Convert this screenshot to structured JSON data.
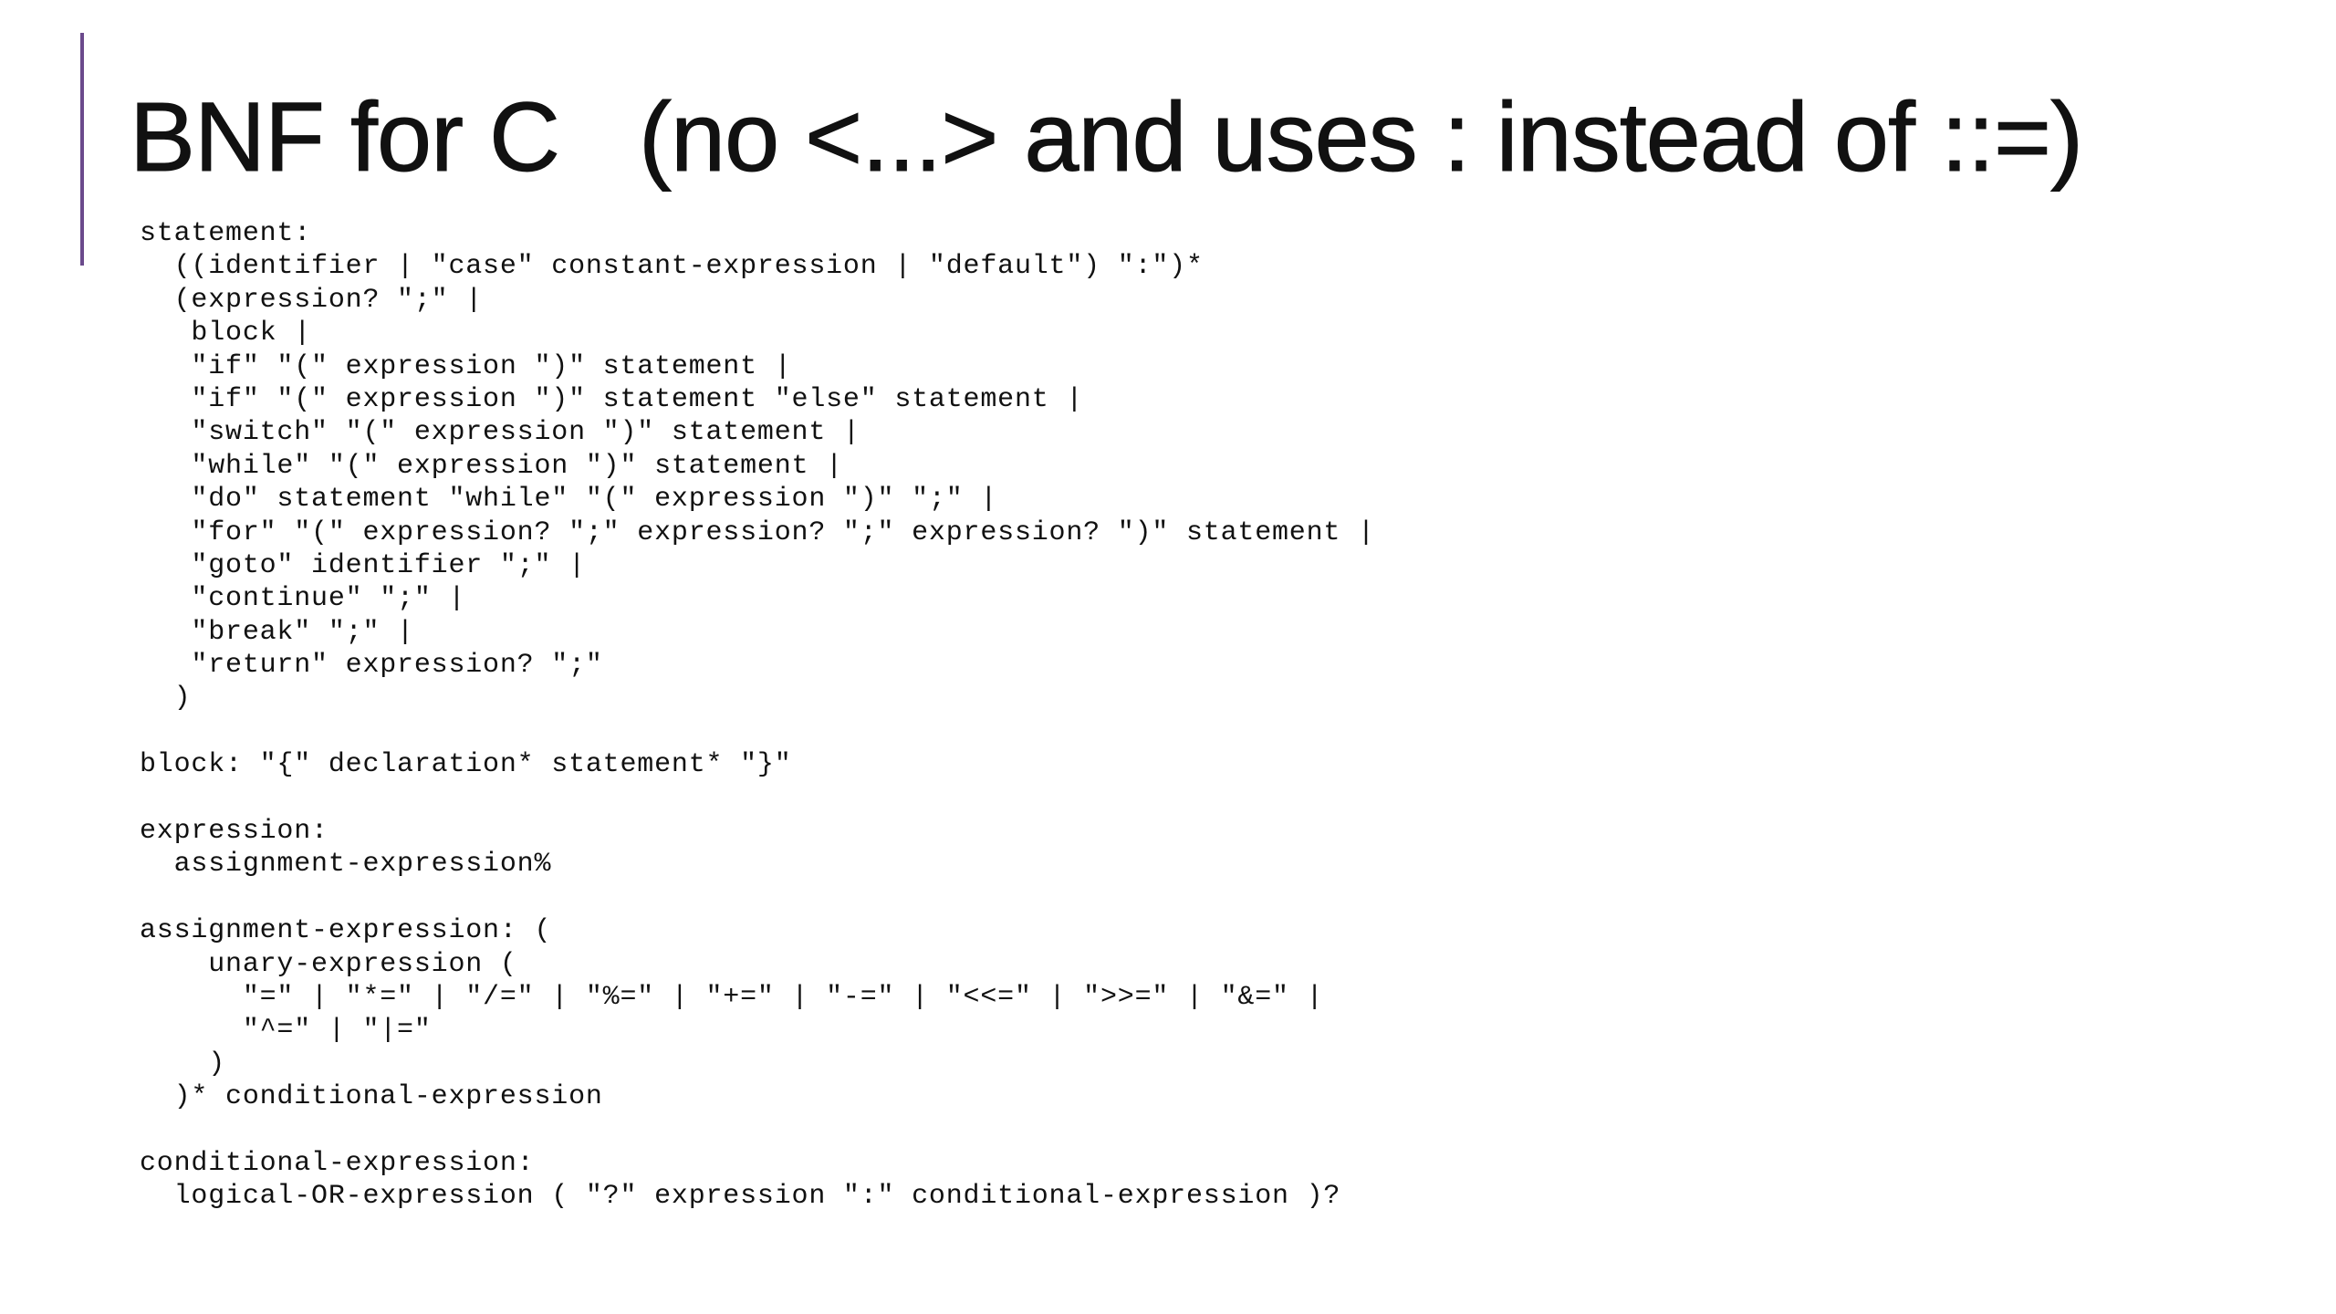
{
  "slide": {
    "title": "BNF for C   (no <...> and uses : instead of ::=)",
    "accent_color": "#6b4a8c"
  },
  "grammar_lines": [
    "statement:",
    "  ((identifier | \"case\" constant-expression | \"default\") \":\")*",
    "  (expression? \";\" |",
    "   block |",
    "   \"if\" \"(\" expression \")\" statement |",
    "   \"if\" \"(\" expression \")\" statement \"else\" statement |",
    "   \"switch\" \"(\" expression \")\" statement |",
    "   \"while\" \"(\" expression \")\" statement |",
    "   \"do\" statement \"while\" \"(\" expression \")\" \";\" |",
    "   \"for\" \"(\" expression? \";\" expression? \";\" expression? \")\" statement |",
    "   \"goto\" identifier \";\" |",
    "   \"continue\" \";\" |",
    "   \"break\" \";\" |",
    "   \"return\" expression? \";\"",
    "  )",
    "",
    "block: \"{\" declaration* statement* \"}\"",
    "",
    "expression:",
    "  assignment-expression%",
    "",
    "assignment-expression: (",
    "    unary-expression (",
    "      \"=\" | \"*=\" | \"/=\" | \"%=\" | \"+=\" | \"-=\" | \"<<=\" | \">>=\" | \"&=\" |",
    "      \"^=\" | \"|=\"",
    "    )",
    "  )* conditional-expression",
    "",
    "conditional-expression:",
    "  logical-OR-expression ( \"?\" expression \":\" conditional-expression )?"
  ]
}
